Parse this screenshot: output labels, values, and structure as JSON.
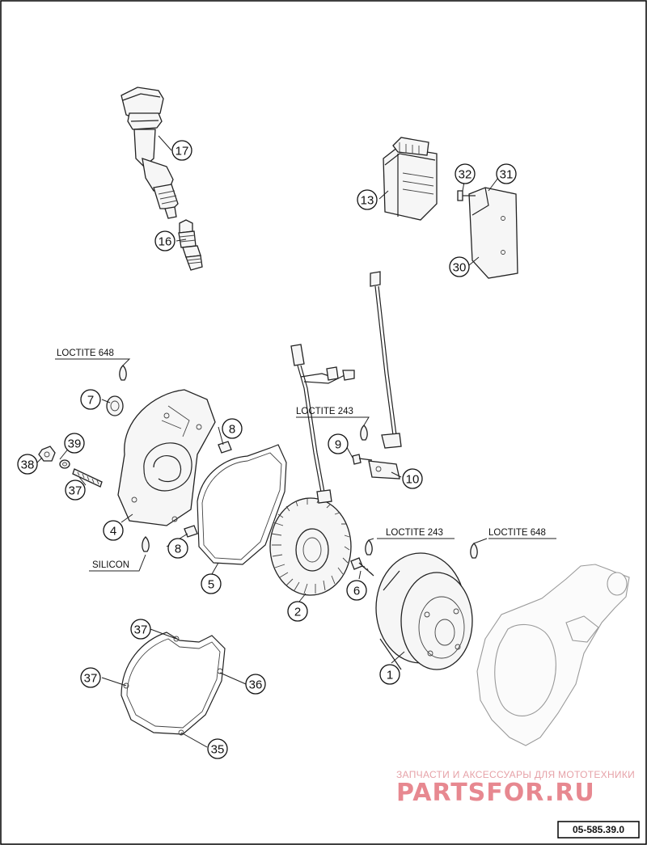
{
  "callouts": {
    "c1": "1",
    "c2": "2",
    "c4": "4",
    "c5": "5",
    "c6": "6",
    "c7": "7",
    "c8a": "8",
    "c8b": "8",
    "c9": "9",
    "c10": "10",
    "c13": "13",
    "c16": "16",
    "c17": "17",
    "c30": "30",
    "c31": "31",
    "c32": "32",
    "c35": "35",
    "c36": "36",
    "c37a": "37",
    "c37b": "37",
    "c37c": "37",
    "c38": "38",
    "c39": "39"
  },
  "labels": {
    "loctite648_left": "LOCTITE 648",
    "loctite243_top": "LOCTITE 243",
    "loctite243_mid": "LOCTITE 243",
    "loctite648_right": "LOCTITE 648",
    "silicon": "SILICON"
  },
  "watermark": {
    "caption": "ЗАПЧАСТИ И АКСЕССУАРЫ ДЛЯ МОТОТЕХНИКИ",
    "brand": "PARTSFOR.RU"
  },
  "diagram_ref": "05-585.39.0"
}
